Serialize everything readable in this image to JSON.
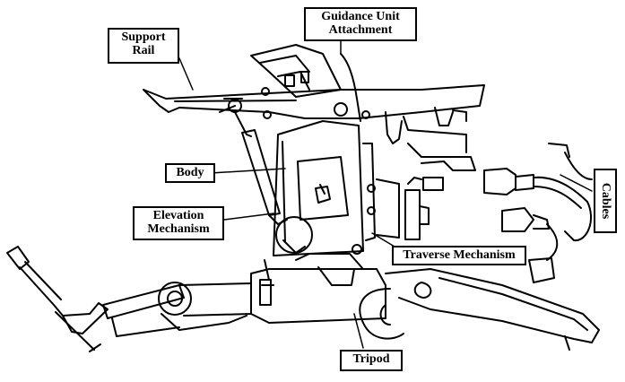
{
  "labels": {
    "guidance_line1": "Guidance Unit",
    "guidance_line2": "Attachment",
    "support_line1": "Support",
    "support_line2": "Rail",
    "body": "Body",
    "elevation_line1": "Elevation",
    "elevation_line2": "Mechanism",
    "traverse": "Traverse Mechanism",
    "cables": "Cables",
    "tripod": "Tripod"
  },
  "colors": {
    "line": "#000000",
    "background": "#ffffff"
  }
}
